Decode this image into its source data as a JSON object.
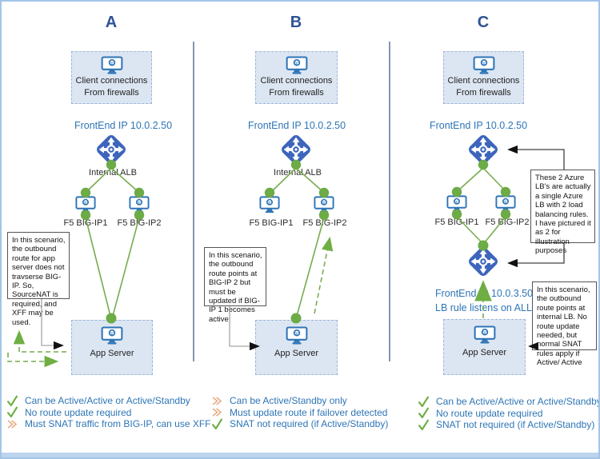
{
  "colors": {
    "accent_blue": "#2E75B6",
    "header_blue": "#2F5496",
    "line_green": "#70AD47",
    "chevron_orange": "#E5A87E",
    "lb_blue": "#3D65BC",
    "box_fill": "#DCE6F2"
  },
  "columns": [
    {
      "header": "A",
      "client_box": {
        "line1": "Client connections",
        "line2": "From firewalls"
      },
      "frontend_label": "FrontEnd IP 10.0.2.50",
      "alb_label": "Internal ALB",
      "bigip1_label": "F5 BIG-IP1",
      "bigip2_label": "F5 BIG-IP2",
      "app_server_label": "App Server",
      "note": "In this scenario, the outbound route for app server does not travserse BIG-IP. So, SourceNAT is required, and XFF may be used.",
      "legend": [
        {
          "icon": "check",
          "text": "Can be Active/Active or Active/Standby"
        },
        {
          "icon": "check",
          "text": "No route update required"
        },
        {
          "icon": "chevron",
          "text": "Must SNAT traffic from BIG-IP, can use XFF"
        }
      ]
    },
    {
      "header": "B",
      "client_box": {
        "line1": "Client connections",
        "line2": "From firewalls"
      },
      "frontend_label": "FrontEnd IP 10.0.2.50",
      "alb_label": "Internal ALB",
      "bigip1_label": "F5 BIG-IP1",
      "bigip2_label": "F5 BIG-IP2",
      "app_server_label": "App Server",
      "note": "In this scenario, the outbound route points at BIG-IP 2 but must be updated if BIG-IP 1 becomes active",
      "legend": [
        {
          "icon": "chevron",
          "text": "Can be Active/Standby only"
        },
        {
          "icon": "chevron",
          "text": "Must update route if failover detected"
        },
        {
          "icon": "check",
          "text": "SNAT not required (if Active/Standby)"
        }
      ]
    },
    {
      "header": "C",
      "client_box": {
        "line1": "Client connections",
        "line2": "From firewalls"
      },
      "frontend_label": "FrontEnd IP 10.0.2.50",
      "bigip1_label": "F5 BIG-IP1",
      "bigip2_label": "F5 BIG-IP2",
      "app_server_label": "App Server",
      "frontend2_line1": "FrontEnd IP 10.0.3.50",
      "frontend2_line2": "LB rule listens on ALL ports",
      "note_lb": "These 2 Azure LB's are actually a single Azure LB with 2 load balancing rules. I have pictured it as 2 for illustration purposes",
      "note_outbound": "In this scenario, the outbound route points at internal LB. No route update needed, but normal SNAT rules apply if Active/ Active",
      "legend": [
        {
          "icon": "check",
          "text": "Can be Active/Active or Active/Standby"
        },
        {
          "icon": "check",
          "text": "No route update required"
        },
        {
          "icon": "check",
          "text": "SNAT not required (if Active/Standby)"
        }
      ]
    }
  ]
}
